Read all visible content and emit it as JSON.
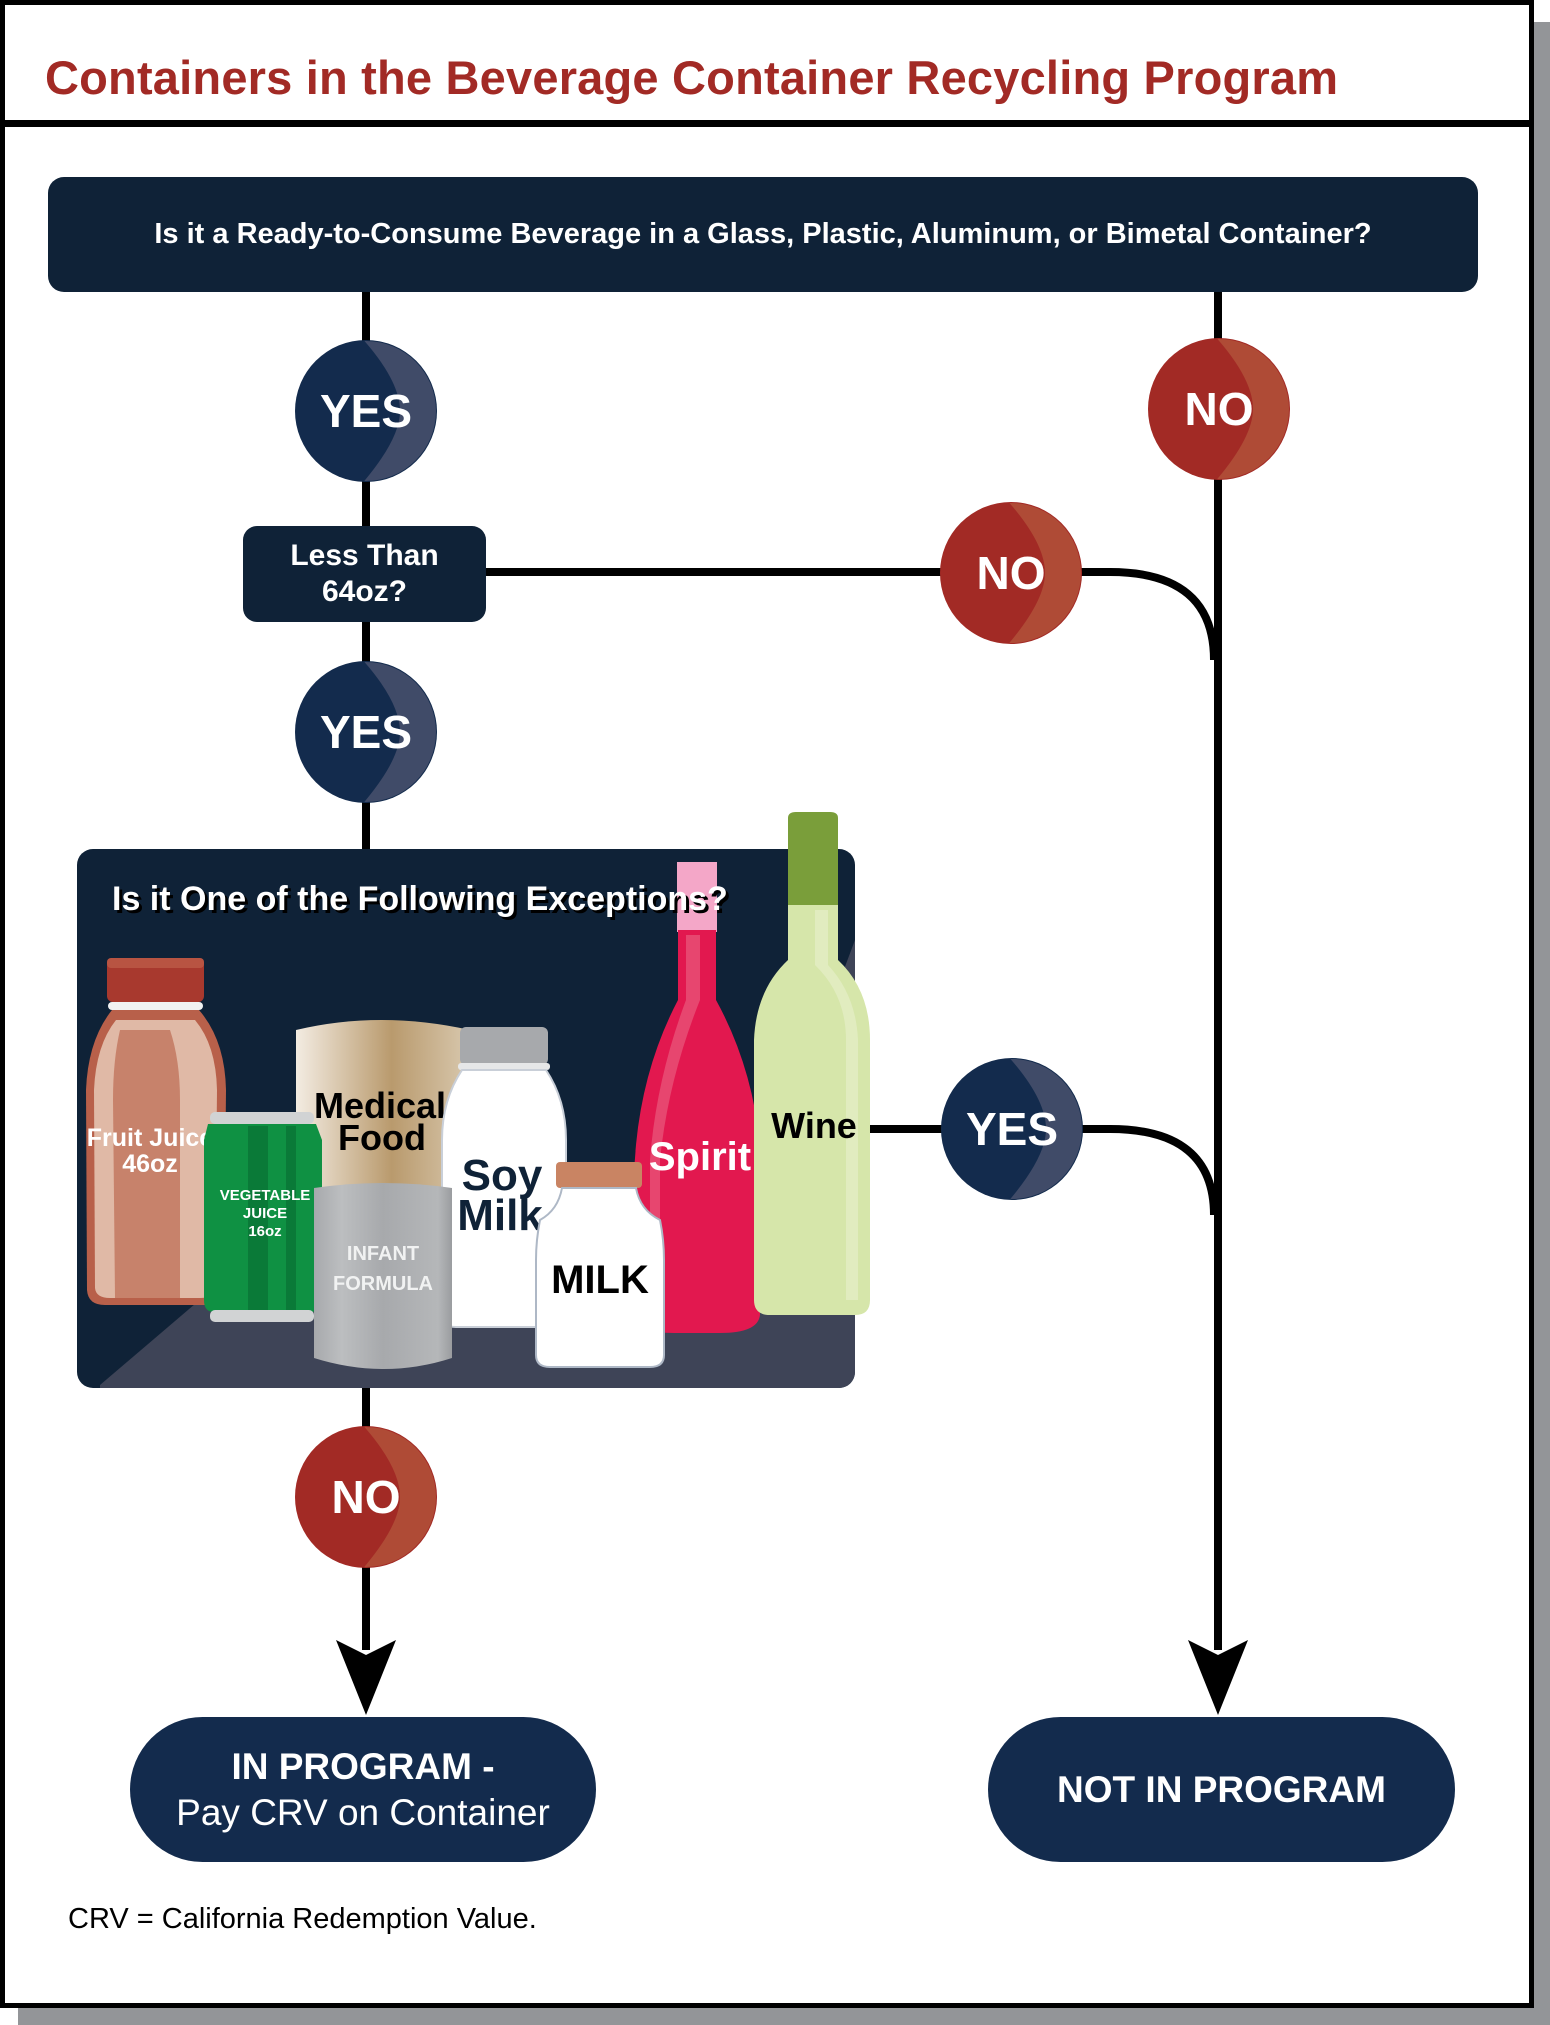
{
  "title": "Containers in the Beverage Container Recycling Program",
  "colors": {
    "title_red": "#a22a25",
    "box_navy": "#0f2237",
    "yes_navy": "#132b4d",
    "no_red": "#a22a25",
    "line": "#000000"
  },
  "questions": {
    "q1": "Is it a Ready-to-Consume Beverage in a Glass, Plastic, Aluminum, or Bimetal Container?",
    "q2_line1": "Less Than",
    "q2_line2": "64oz?",
    "q3": "Is it One of the Following Exceptions?"
  },
  "answers": {
    "yes": "YES",
    "no": "NO"
  },
  "decision_nodes": [
    {
      "id": "yes-1",
      "label": "YES",
      "from": "q1",
      "to": "q2"
    },
    {
      "id": "no-1",
      "label": "NO",
      "from": "q1",
      "to": "not-in-program"
    },
    {
      "id": "no-2",
      "label": "NO",
      "from": "q2",
      "to": "not-in-program"
    },
    {
      "id": "yes-2",
      "label": "YES",
      "from": "q2",
      "to": "q3"
    },
    {
      "id": "yes-3",
      "label": "YES",
      "from": "q3",
      "to": "not-in-program"
    },
    {
      "id": "no-3",
      "label": "NO",
      "from": "q3",
      "to": "in-program"
    }
  ],
  "exceptions": [
    {
      "name": "fruit-juice",
      "line1": "Fruit Juice",
      "line2": "46oz"
    },
    {
      "name": "vegetable-juice",
      "line1": "VEGETABLE",
      "line2": "JUICE",
      "line3": "16oz"
    },
    {
      "name": "medical-food",
      "line1": "Medical",
      "line2": "Food"
    },
    {
      "name": "infant-formula",
      "line1": "INFANT",
      "line2": "FORMULA"
    },
    {
      "name": "soy-milk",
      "line1": "Soy",
      "line2": "Milk"
    },
    {
      "name": "milk",
      "line1": "MILK"
    },
    {
      "name": "spirit",
      "line1": "Spirit"
    },
    {
      "name": "wine",
      "line1": "Wine"
    }
  ],
  "outcomes": {
    "in_program_line1": "IN PROGRAM -",
    "in_program_line2": "Pay CRV on Container",
    "not_in_program": "NOT IN PROGRAM"
  },
  "footnote": "CRV = California Redemption Value."
}
